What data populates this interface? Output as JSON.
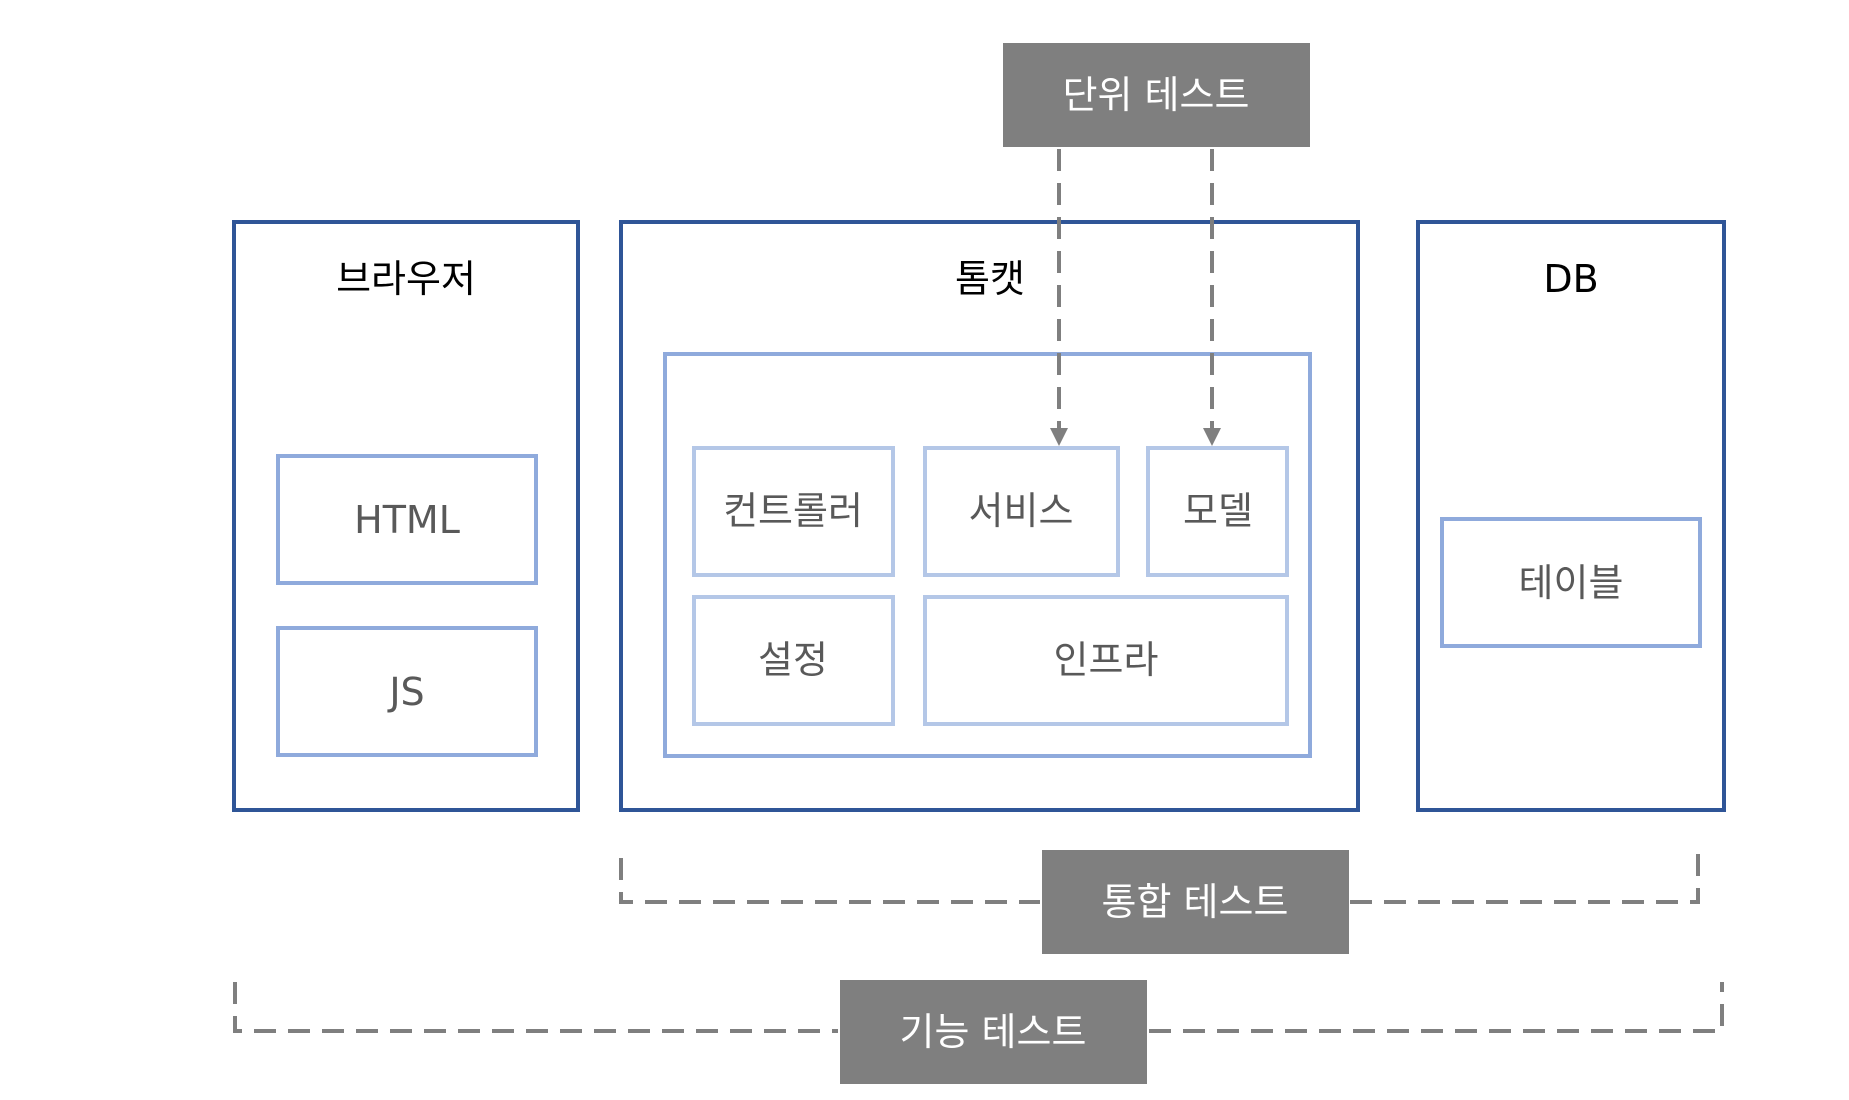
{
  "browser": {
    "title": "브라우저",
    "items": [
      "HTML",
      "JS"
    ]
  },
  "tomcat": {
    "title": "톰캣",
    "items": [
      "컨트롤러",
      "서비스",
      "모델",
      "설정",
      "인프라"
    ]
  },
  "db": {
    "title": "DB",
    "items": [
      "테이블"
    ]
  },
  "tests": {
    "unit": "단위 테스트",
    "integration": "통합 테스트",
    "functional": "기능 테스트"
  },
  "colors": {
    "outer_border": "#2f5597",
    "inner_border": "#8faadc",
    "light_border": "#b4c7e7",
    "label_fill": "#7f7f7f",
    "connector": "#7f7f7f"
  }
}
